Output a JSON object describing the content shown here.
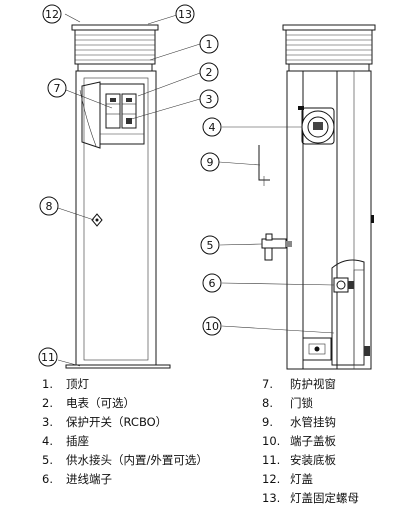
{
  "callouts": [
    "12",
    "13",
    "1",
    "2",
    "7",
    "3",
    "4",
    "9",
    "8",
    "5",
    "6",
    "10",
    "11"
  ],
  "legend": [
    {
      "num": "1.",
      "text": "顶灯"
    },
    {
      "num": "2.",
      "text": "电表（可选）"
    },
    {
      "num": "3.",
      "text": "保护开关（RCBO）"
    },
    {
      "num": "4.",
      "text": "插座"
    },
    {
      "num": "5.",
      "text": "供水接头（内置/外置可选）"
    },
    {
      "num": "6.",
      "text": "进线端子"
    },
    {
      "num": "7.",
      "text": "防护视窗"
    },
    {
      "num": "8.",
      "text": "门锁"
    },
    {
      "num": "9.",
      "text": "水管挂钩"
    },
    {
      "num": "10.",
      "text": "端子盖板"
    },
    {
      "num": "11.",
      "text": "安装底板"
    },
    {
      "num": "12.",
      "text": "灯盖"
    },
    {
      "num": "13.",
      "text": "灯盖固定螺母"
    }
  ]
}
